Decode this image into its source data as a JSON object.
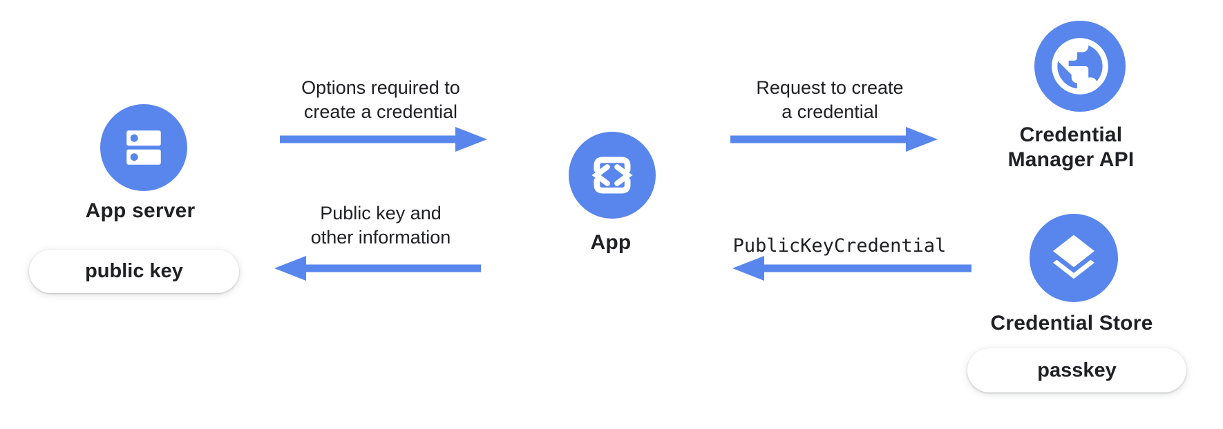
{
  "colors": {
    "accent": "#5886EC",
    "text": "#202124",
    "pill_bg": "#FFFFFF"
  },
  "nodes": {
    "app_server": {
      "label": "App server",
      "icon": "server-icon",
      "badge": "public key"
    },
    "app": {
      "label": "App",
      "icon": "code-phone-icon"
    },
    "credential_manager_api": {
      "label_line1": "Credential",
      "label_line2": "Manager API",
      "icon": "globe-icon"
    },
    "credential_store": {
      "label": "Credential Store",
      "icon": "layers-icon",
      "badge": "passkey"
    }
  },
  "flows": {
    "options_required": {
      "line1": "Options required to",
      "line2": "create a credential",
      "direction": "right"
    },
    "public_key_info": {
      "line1": "Public key and",
      "line2": "other information",
      "direction": "left"
    },
    "request_create": {
      "line1": "Request to create",
      "line2": "a credential",
      "direction": "right"
    },
    "public_key_credential": {
      "label": "PublicKeyCredential",
      "direction": "left",
      "text_style": "monospace"
    }
  }
}
